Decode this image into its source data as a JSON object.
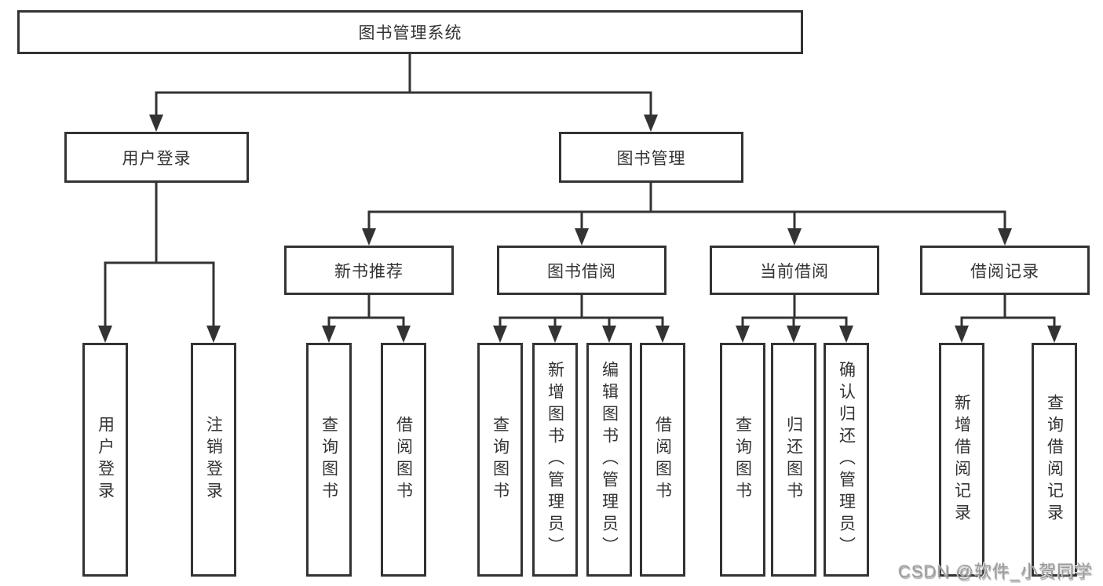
{
  "nodes": {
    "root": "图书管理系统",
    "user_login": "用户登录",
    "book_mgmt": "图书管理",
    "new_book_rec": "新书推荐",
    "book_borrow": "图书借阅",
    "current_borrow": "当前借阅",
    "borrow_record": "借阅记录",
    "leaf_user_login": "用户登录",
    "leaf_logout": "注销登录",
    "rec_query_book": "查询图书",
    "rec_borrow_book": "借阅图书",
    "bor_query_book": "查询图书",
    "bor_add_book": "新增图书（管理员）",
    "bor_edit_book": "编辑图书（管理员）",
    "bor_borrow_book": "借阅图书",
    "cur_query_book": "查询图书",
    "cur_return_book": "归还图书",
    "cur_confirm_return": "确认归还（管理员）",
    "rcd_add_record": "新增借阅记录",
    "rcd_query_record": "查询借阅记录"
  },
  "watermark": "CSDN @软件_小贺同学",
  "colors": {
    "line": "#333333",
    "text": "#333333",
    "background": "#ffffff",
    "watermark": "#9a9a9a"
  }
}
